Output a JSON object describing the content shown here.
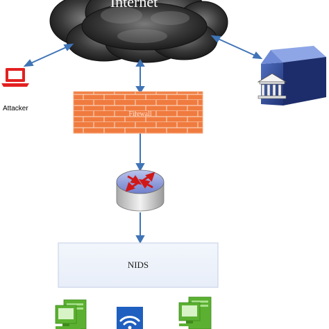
{
  "nodes": {
    "internet": {
      "label": "Internet"
    },
    "firewall": {
      "label": "Firewall"
    },
    "nids": {
      "label": "NIDS"
    },
    "attacker": {
      "label": "Attacker"
    }
  },
  "icons": {
    "cloud": "cloud-icon",
    "attacker_laptop": "laptop-icon",
    "bank_server": "bank-server-icon",
    "router": "router-icon",
    "host_left": "desktop-computer-icon",
    "wifi": "wifi-access-point-icon",
    "host_right": "desktop-computer-icon"
  },
  "colors": {
    "connector": "#3f74b6",
    "firewall_brick": "#f07b3f",
    "attacker_red": "#e32020",
    "host_green": "#5bb031",
    "wifi_blue": "#1f5fbf",
    "server_blue": "#2f4c9c"
  }
}
